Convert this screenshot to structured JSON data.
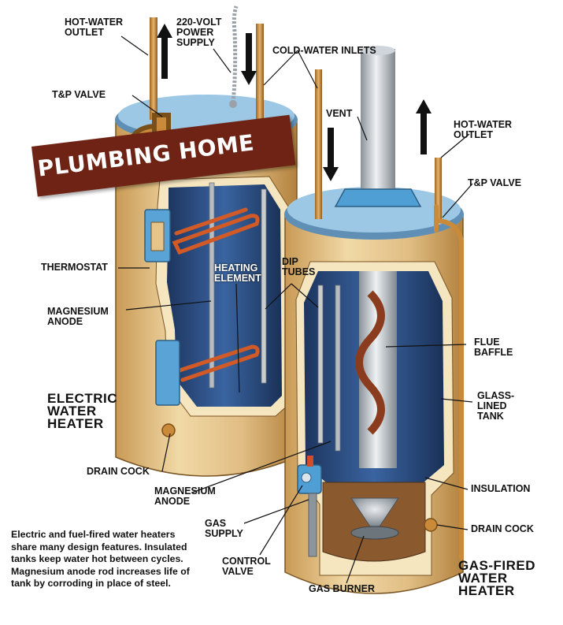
{
  "brand": {
    "banner_text": "PLUMBING HOME"
  },
  "colors": {
    "tank_shell": "#e0bd83",
    "tank_top": "#8fbfe0",
    "tank_interior": "#2c4f86",
    "insulation": "#f6e6c0",
    "copper": "#c98a3a",
    "heating_element": "#d25a26",
    "banner": "#6e2314"
  },
  "electric": {
    "title": "ELECTRIC\nWATER\nHEATER",
    "labels": {
      "hot_outlet": "HOT-WATER\nOUTLET",
      "power": "220-VOLT\nPOWER\nSUPPLY",
      "tp_valve": "T&P VALVE",
      "thermostat": "THERMOSTAT",
      "heating_element": "HEATING\nELEMENT",
      "anode": "MAGNESIUM\nANODE",
      "drain": "DRAIN COCK"
    }
  },
  "shared": {
    "cold_inlets": "COLD-WATER INLETS",
    "dip_tubes": "DIP\nTUBES"
  },
  "gas": {
    "title": "GAS-FIRED\nWATER\nHEATER",
    "labels": {
      "vent": "VENT",
      "hot_outlet": "HOT-WATER\nOUTLET",
      "tp_valve": "T&P VALVE",
      "flue_baffle": "FLUE\nBAFFLE",
      "glass_tank": "GLASS-\nLINED\nTANK",
      "insulation": "INSULATION",
      "drain": "DRAIN COCK",
      "anode": "MAGNESIUM\nANODE",
      "gas_supply": "GAS\nSUPPLY",
      "control_valve": "CONTROL\nVALVE",
      "gas_burner": "GAS BURNER"
    }
  },
  "note": "Electric and fuel-fired water heaters share many design features. Insulated tanks keep water hot between cycles. Magnesium anode rod increases life of tank by corroding in place of steel."
}
